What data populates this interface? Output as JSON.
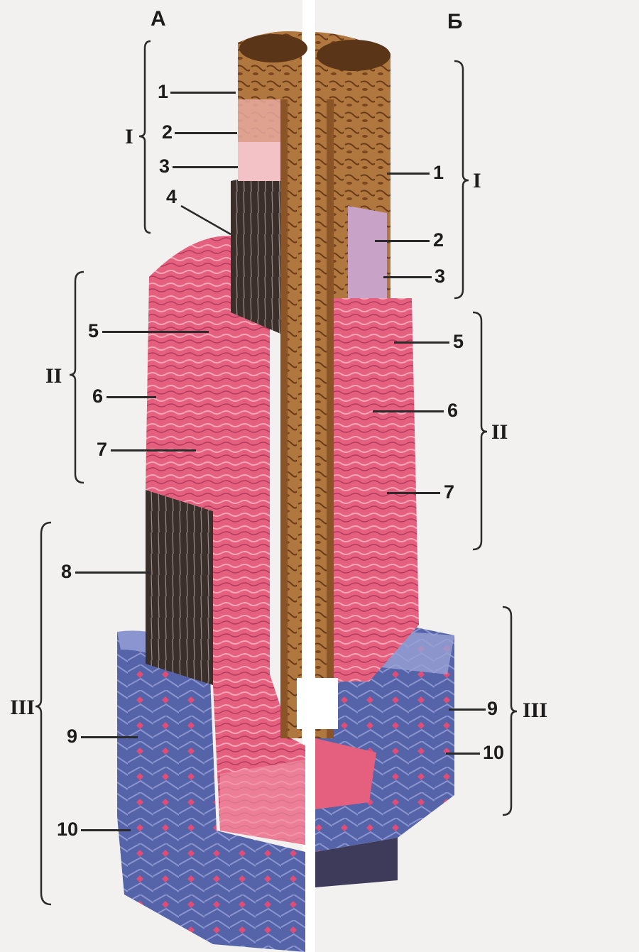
{
  "panels": {
    "left": "А",
    "right": "Б"
  },
  "left_labels": {
    "n1": "1",
    "n2": "2",
    "n3": "3",
    "n4": "4",
    "n5": "5",
    "n6": "6",
    "n7": "7",
    "n8": "8",
    "n9": "9",
    "n10": "10",
    "g1": "I",
    "g2": "II",
    "g3": "III"
  },
  "right_labels": {
    "n1": "1",
    "n2": "2",
    "n3": "3",
    "n5": "5",
    "n6": "6",
    "n7": "7",
    "n9": "9",
    "n10": "10",
    "g1": "I",
    "g2": "II",
    "g3": "III"
  },
  "colors": {
    "intima": "#b0783e",
    "intima_dark": "#6b3a1a",
    "subendothelium": "#e8a9a0",
    "elastic_membrane": "#3b2f2c",
    "media": "#e4607e",
    "media_light": "#f08da3",
    "adventitia": "#5563a8",
    "adventitia_light": "#8b95cf",
    "vessel_dots": "#e04e78",
    "background": "#f2f1ef"
  }
}
